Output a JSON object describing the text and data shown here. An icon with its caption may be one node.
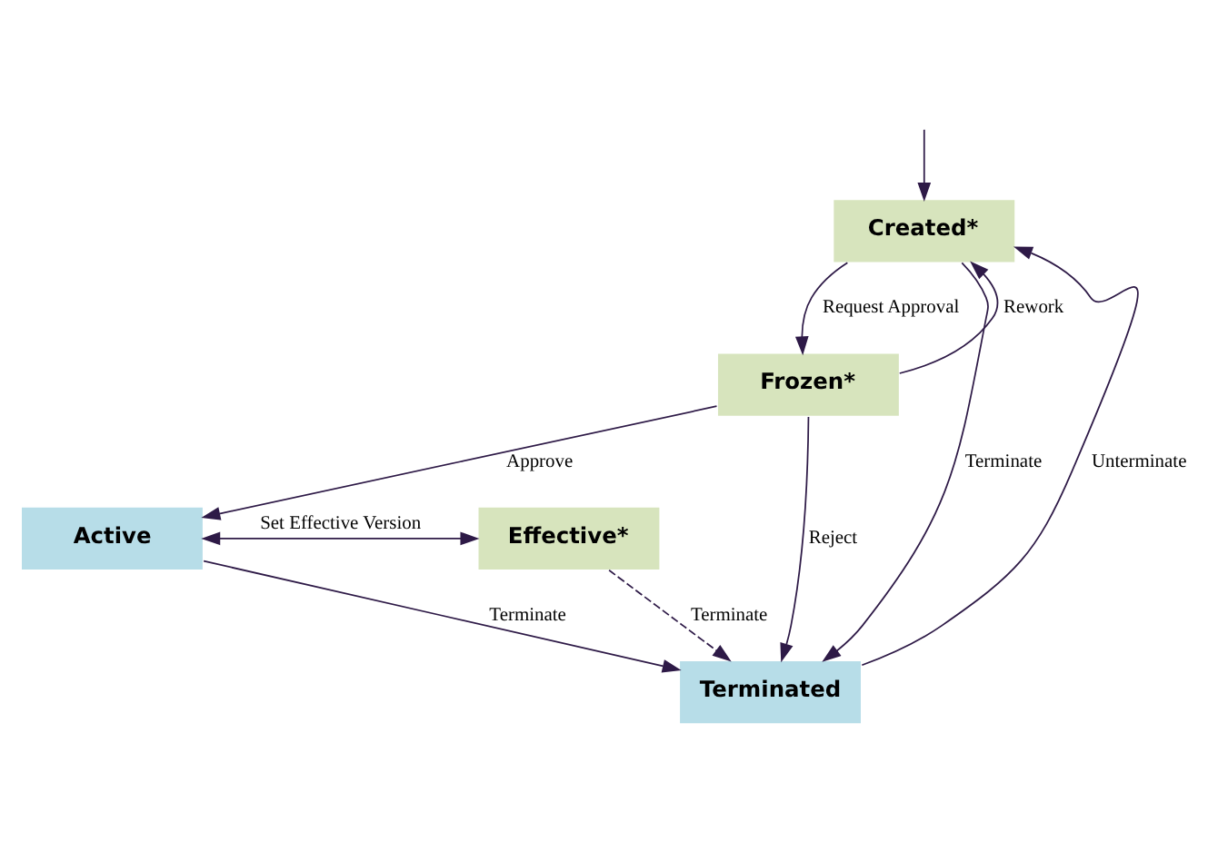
{
  "diagram": {
    "nodes": [
      {
        "text": [
          "Created*"
        ]
      },
      {
        "text": [
          "Frozen*"
        ]
      },
      {
        "text": [
          "Active"
        ]
      },
      {
        "text": [
          "Terminated"
        ]
      },
      {
        "text": [
          "Effective*"
        ]
      }
    ],
    "edges": [
      {
        "from": null,
        "to": 0,
        "arrow": "to"
      },
      {
        "from": 0,
        "to": 1,
        "arrow": "to",
        "label": "Request Approval"
      },
      {
        "from": 1,
        "to": 0,
        "arrow": "to",
        "label": "Rework"
      },
      {
        "from": 1,
        "to": 2,
        "arrow": "to",
        "label": "Approve"
      },
      {
        "from": 2,
        "to": 4,
        "arrow": "both",
        "label": "Set Effective Version"
      },
      {
        "from": 2,
        "to": 3,
        "arrow": "to",
        "label": "Terminate"
      },
      {
        "from": 0,
        "to": 3,
        "arrow": "to",
        "label": "Terminate"
      },
      {
        "from": 1,
        "to": 3,
        "arrow": "to",
        "label": "Reject"
      },
      {
        "from": 4,
        "to": 3,
        "arrow": "to",
        "label": "Terminate",
        "style": "dashed"
      },
      {
        "from": 3,
        "to": 0,
        "arrow": "to",
        "label": "Unterminate"
      }
    ]
  }
}
